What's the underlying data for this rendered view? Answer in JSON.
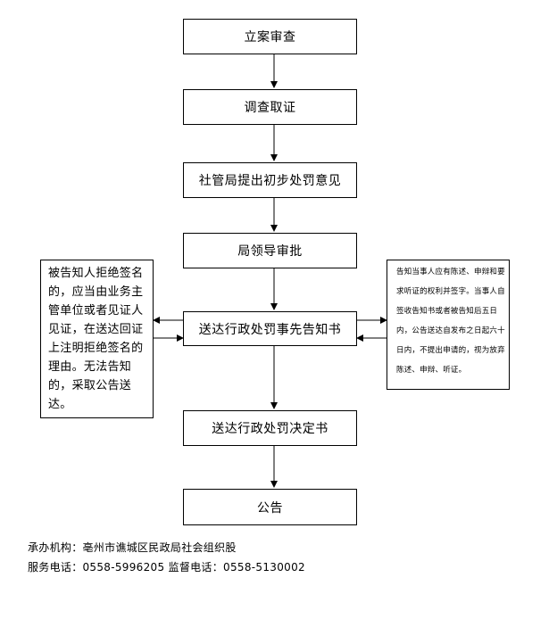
{
  "steps": {
    "filing_review": "立案审查",
    "investigation": "调查取证",
    "preliminary_opinion": "社管局提出初步处罚意见",
    "leader_approval": "局领导审批",
    "prior_notice": "送达行政处罚事先告知书",
    "decision_letter": "送达行政处罚决定书",
    "announcement": "公告"
  },
  "notes": {
    "left": "被告知人拒绝签名的，应当由业务主管单位或者见证人见证，在送达回证上注明拒绝签名的理由。无法告知的，采取公告送达。",
    "right": "告知当事人应有陈述、申辩和要求听证的权利并签字。当事人自签收告知书或者被告知后五日内，公告送达自发布之日起六十日内，不提出申请的，视为放弃陈述、申辩、听证。"
  },
  "footer": {
    "organizer": "承办机构：亳州市谯城区民政局社会组织股",
    "phones": "服务电话：0558-5996205  监督电话：0558-5130002"
  }
}
